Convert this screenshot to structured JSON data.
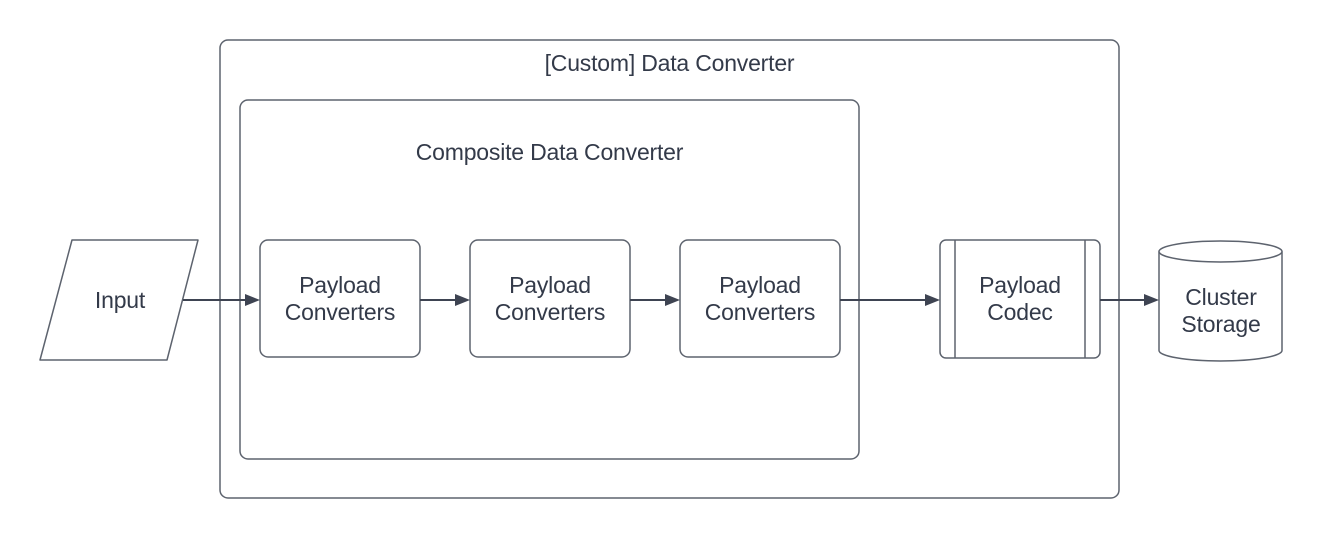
{
  "diagram": {
    "outer_container": {
      "title": "[Custom] Data Converter"
    },
    "inner_container": {
      "title": "Composite Data Converter"
    },
    "nodes": [
      {
        "id": "input",
        "label": "Input",
        "shape": "parallelogram"
      },
      {
        "id": "payload-converter-1",
        "label": "Payload Converters",
        "shape": "rounded-rect"
      },
      {
        "id": "payload-converter-2",
        "label": "Payload Converters",
        "shape": "rounded-rect"
      },
      {
        "id": "payload-converter-3",
        "label": "Payload Converters",
        "shape": "rounded-rect"
      },
      {
        "id": "payload-codec",
        "label": "Payload Codec",
        "shape": "subroutine"
      },
      {
        "id": "cluster-storage",
        "label": "Cluster Storage",
        "shape": "cylinder"
      }
    ],
    "edges": [
      {
        "from": "input",
        "to": "payload-converter-1"
      },
      {
        "from": "payload-converter-1",
        "to": "payload-converter-2"
      },
      {
        "from": "payload-converter-2",
        "to": "payload-converter-3"
      },
      {
        "from": "payload-converter-3",
        "to": "payload-codec"
      },
      {
        "from": "payload-codec",
        "to": "cluster-storage"
      }
    ],
    "colors": {
      "background": "#ffffff",
      "shape_stroke": "#5d636e",
      "arrow": "#3e4452",
      "text": "#333a49"
    }
  }
}
